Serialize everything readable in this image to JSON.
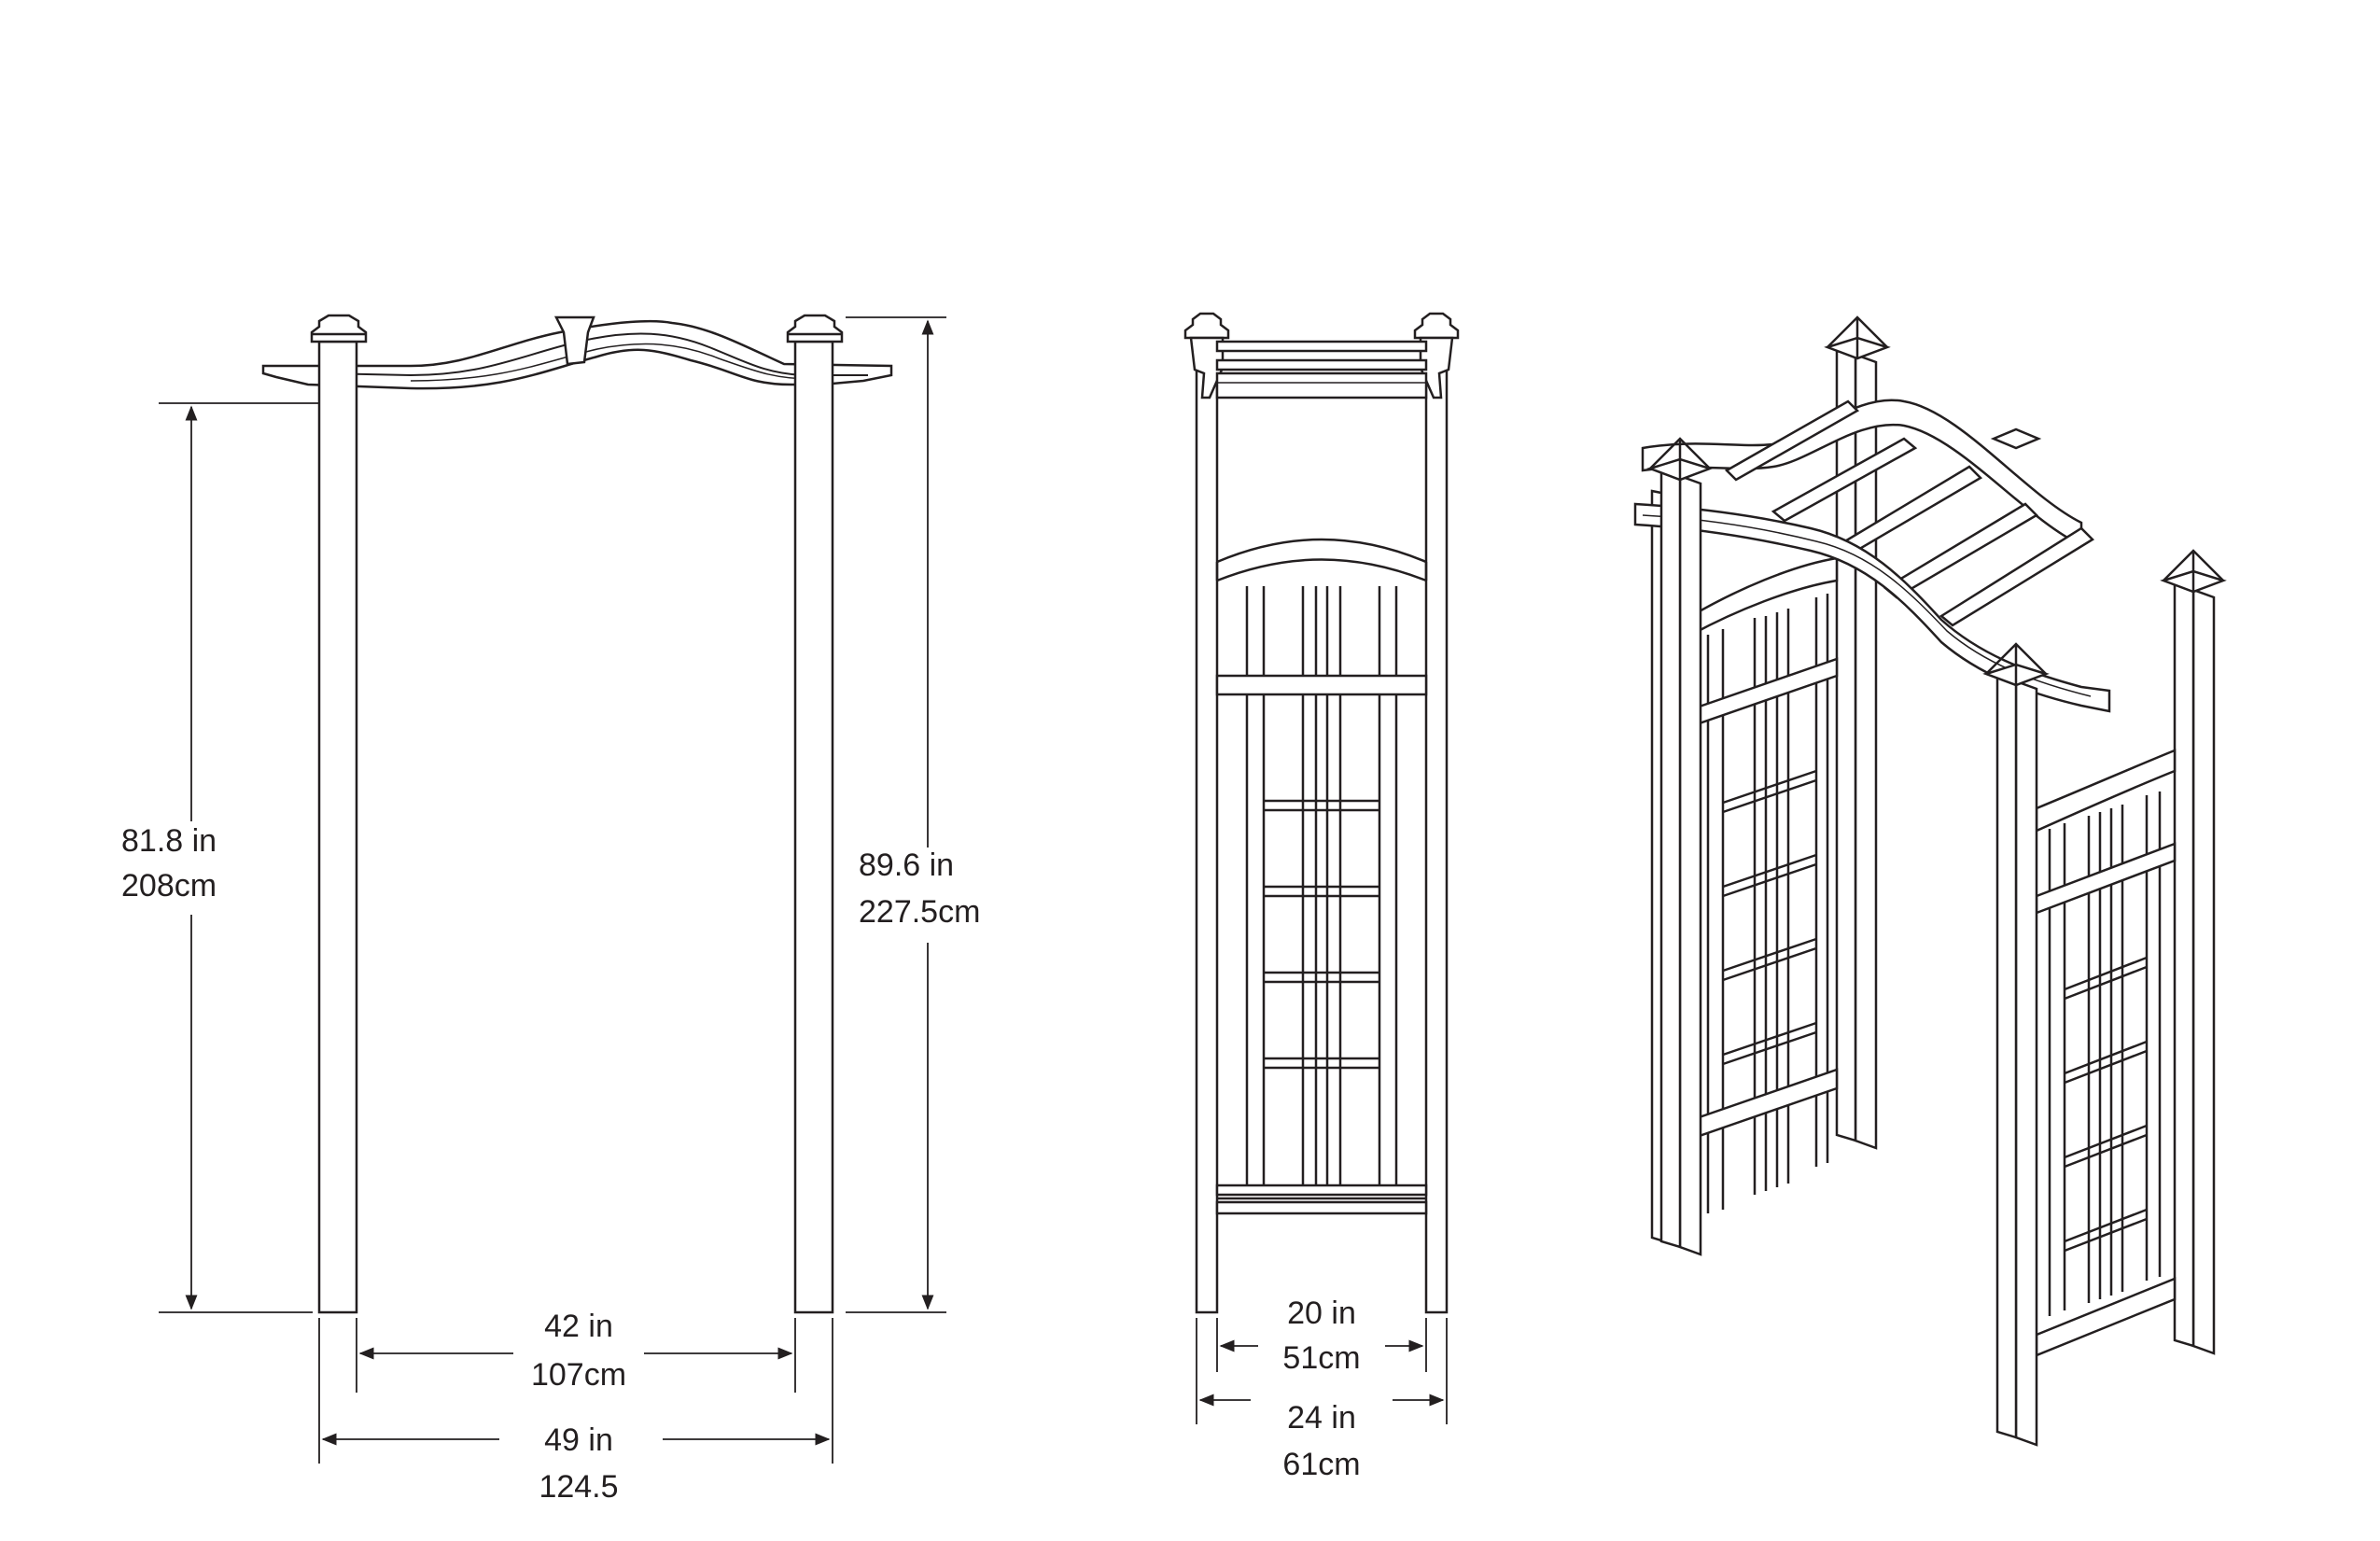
{
  "front_view": {
    "clear_height": {
      "imperial": "81.8 in",
      "metric": "208cm"
    },
    "overall_height": {
      "imperial": "89.6 in",
      "metric": "227.5cm"
    },
    "inner_width": {
      "imperial": "42 in",
      "metric": "107cm"
    },
    "outer_width": {
      "imperial": "49 in",
      "metric": "124.5"
    }
  },
  "side_view": {
    "inner_depth": {
      "imperial": "20 in",
      "metric": "51cm"
    },
    "outer_depth": {
      "imperial": "24 in",
      "metric": "61cm"
    }
  },
  "colors": {
    "line": "#231f20",
    "background": "#ffffff"
  }
}
